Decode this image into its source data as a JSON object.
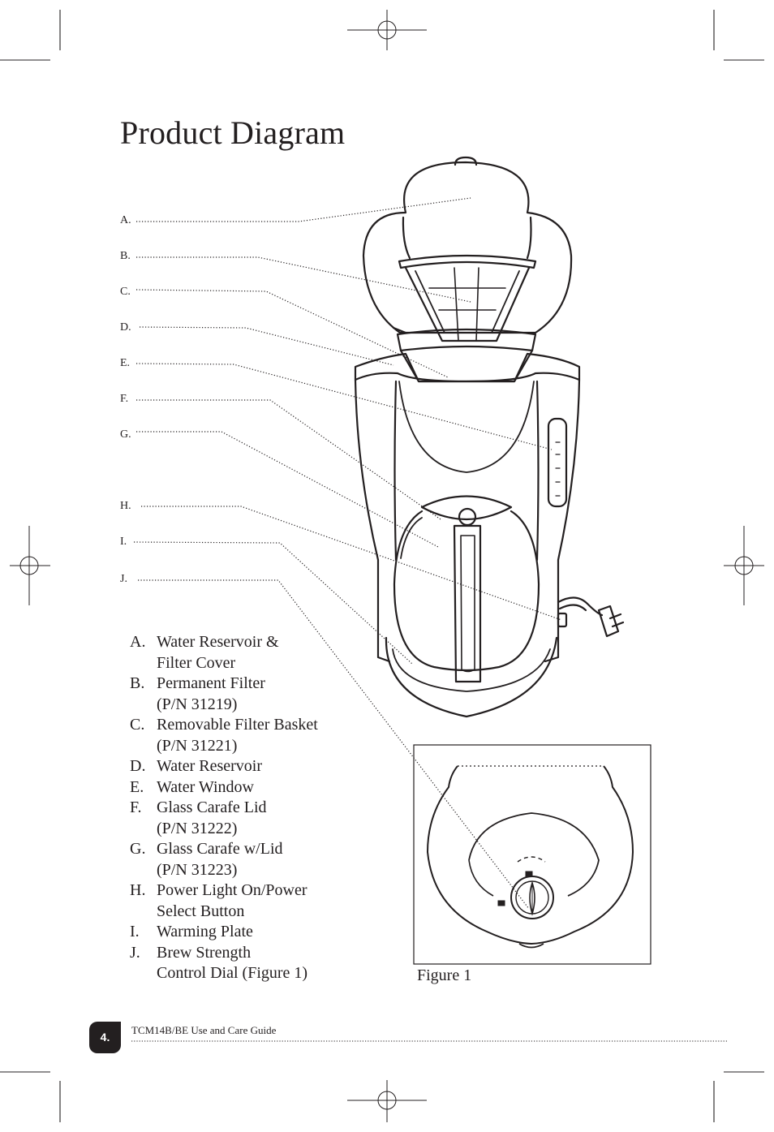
{
  "page": {
    "title": "Product Diagram",
    "figure_caption": "Figure 1",
    "footer": {
      "page_number": "4.",
      "guide_title": "TCM14B/BE Use and Care Guide"
    }
  },
  "callouts": [
    "A.",
    "B.",
    "C.",
    "D.",
    "E.",
    "F.",
    "G.",
    "H.",
    "I.",
    "J."
  ],
  "parts": [
    {
      "letter": "A.",
      "line1": "Water Reservoir &",
      "line2": "Filter Cover"
    },
    {
      "letter": "B.",
      "line1": "Permanent Filter",
      "line2": "(P/N 31219)"
    },
    {
      "letter": "C.",
      "line1": "Removable Filter Basket",
      "line2": "(P/N 31221)"
    },
    {
      "letter": "D.",
      "line1": "Water Reservoir",
      "line2": ""
    },
    {
      "letter": "E.",
      "line1": "Water Window",
      "line2": ""
    },
    {
      "letter": "F.",
      "line1": "Glass Carafe Lid",
      "line2": "(P/N 31222)"
    },
    {
      "letter": "G.",
      "line1": "Glass Carafe w/Lid",
      "line2": "(P/N 31223)"
    },
    {
      "letter": "H.",
      "line1": "Power Light On/Power",
      "line2": "Select Button"
    },
    {
      "letter": "I.",
      "line1": "Warming Plate",
      "line2": ""
    },
    {
      "letter": "J.",
      "line1": "Brew Strength",
      "line2": "Control Dial  (Figure 1)"
    }
  ],
  "illustration": {
    "name": "coffee-maker-illustration",
    "inset": "brew-strength-dial-inset"
  }
}
